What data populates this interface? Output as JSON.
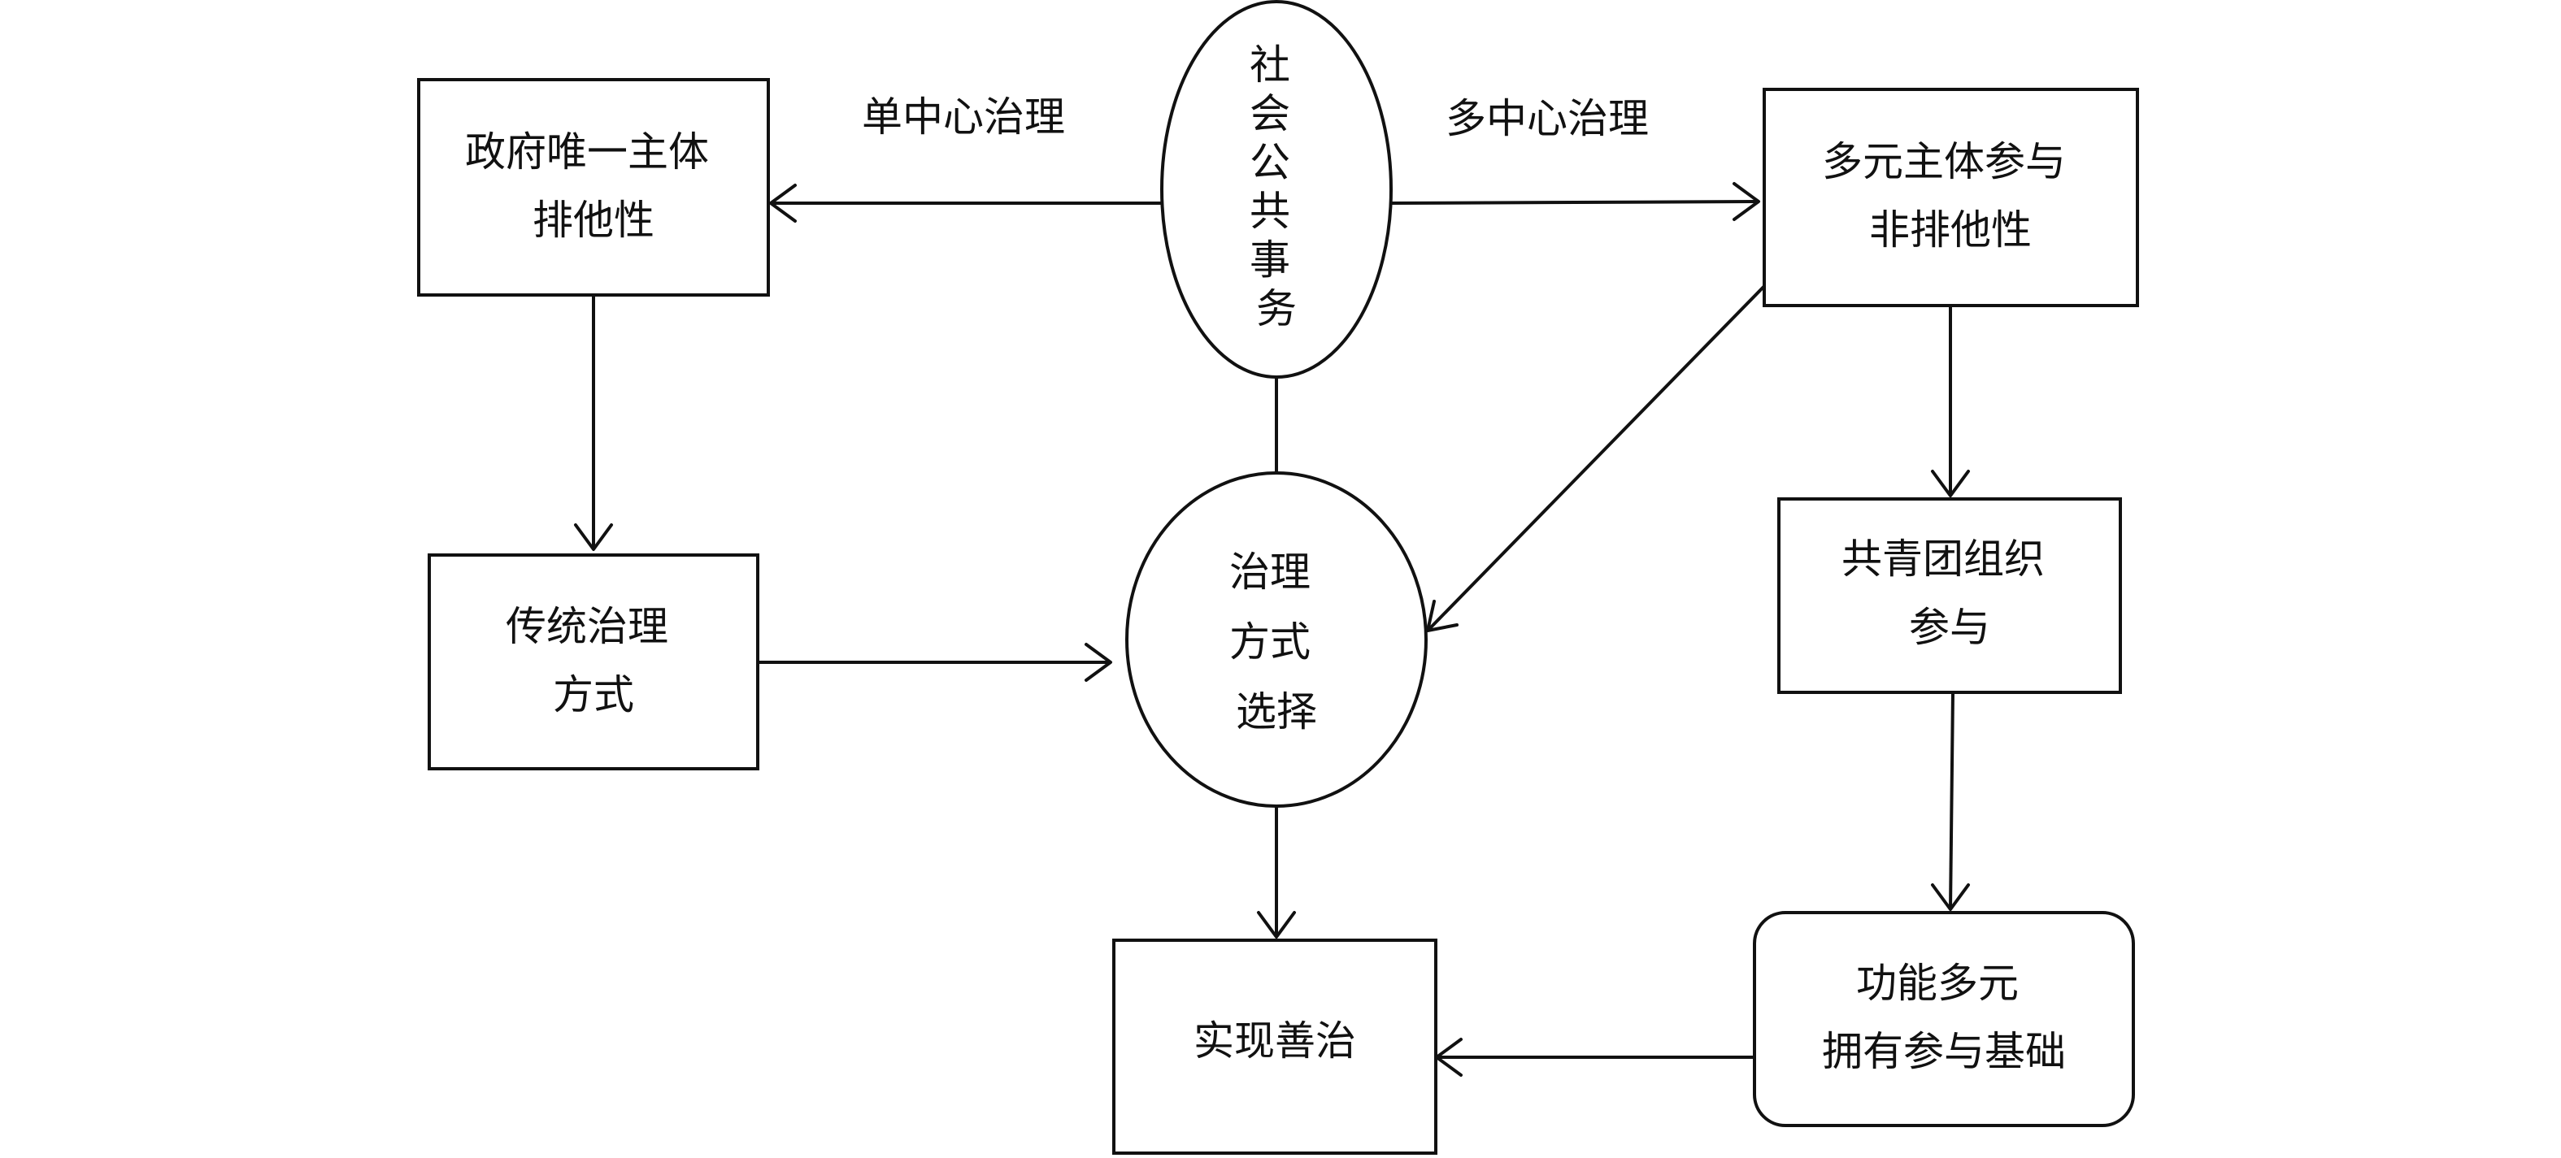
{
  "diagram": {
    "nodes": {
      "public_affairs": {
        "lines": [
          "社",
          "会",
          "公",
          "共",
          "事",
          "务"
        ]
      },
      "government_box": {
        "lines": [
          "政府唯一主体",
          "排他性"
        ]
      },
      "multi_box": {
        "lines": [
          "多元主体参与",
          "非排他性"
        ]
      },
      "traditional_box": {
        "lines": [
          "传统治理",
          "方式"
        ]
      },
      "choice_circle": {
        "lines": [
          "治理",
          "方式",
          "选择"
        ]
      },
      "youth_league_box": {
        "lines": [
          "共青团组织",
          "参与"
        ]
      },
      "good_governance_box": {
        "lines": [
          "实现善治"
        ]
      },
      "function_box": {
        "lines": [
          "功能多元",
          "拥有参与基础"
        ]
      }
    },
    "edge_labels": {
      "single_center": "单中心治理",
      "multi_center": "多中心治理"
    }
  }
}
